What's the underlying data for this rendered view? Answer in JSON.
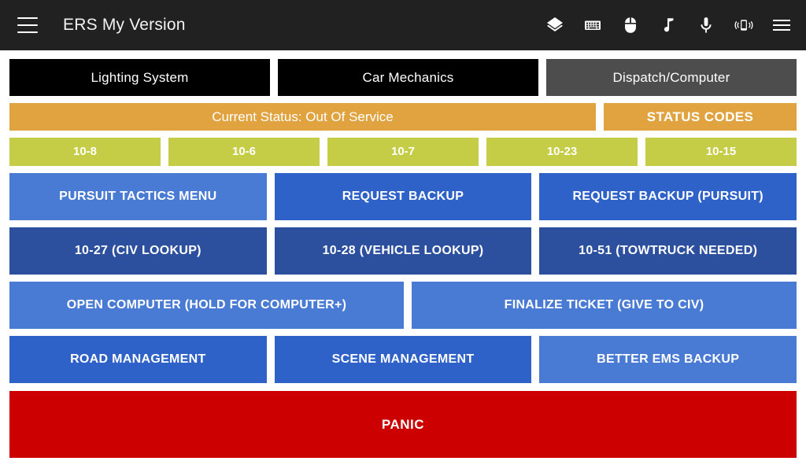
{
  "header": {
    "menu_icon": "hamburger-menu-icon",
    "title": "ERS My Version",
    "icons": [
      {
        "name": "layers-icon",
        "label": "Layers"
      },
      {
        "name": "keyboard-icon",
        "label": "Keyboard"
      },
      {
        "name": "mouse-icon",
        "label": "Mouse"
      },
      {
        "name": "music-note-icon",
        "label": "Music"
      },
      {
        "name": "microphone-icon",
        "label": "Microphone"
      },
      {
        "name": "vibrate-icon",
        "label": "Vibrate"
      },
      {
        "name": "overflow-menu-icon",
        "label": "Menu"
      }
    ]
  },
  "tabs": [
    {
      "label": "Lighting System",
      "active": false,
      "color": "#000000"
    },
    {
      "label": "Car Mechanics",
      "active": false,
      "color": "#000000"
    },
    {
      "label": "Dispatch/Computer",
      "active": true,
      "color": "#4d4d4d"
    }
  ],
  "status": {
    "current_label": "Current Status: Out Of Service",
    "status_value": "Out Of Service",
    "codes_button": "STATUS CODES",
    "color": "#e0a340"
  },
  "ten_codes": {
    "color": "#c5cc46",
    "items": [
      {
        "label": "10-8"
      },
      {
        "label": "10-6"
      },
      {
        "label": "10-7"
      },
      {
        "label": "10-23"
      },
      {
        "label": "10-15"
      }
    ]
  },
  "actions": {
    "row1": [
      {
        "label": "PURSUIT TACTICS MENU",
        "color": "#4a7bd4"
      },
      {
        "label": "REQUEST BACKUP",
        "color": "#2f62c9"
      },
      {
        "label": "REQUEST BACKUP (PURSUIT)",
        "color": "#2f62c9"
      }
    ],
    "row2": [
      {
        "label": "10-27 (CIV LOOKUP)",
        "color": "#2c4f9e"
      },
      {
        "label": "10-28 (VEHICLE LOOKUP)",
        "color": "#2c4f9e"
      },
      {
        "label": "10-51 (TOWTRUCK NEEDED)",
        "color": "#2c4f9e"
      }
    ],
    "row3": [
      {
        "label": "OPEN COMPUTER (HOLD FOR COMPUTER+)",
        "color": "#4a7bd4"
      },
      {
        "label": "FINALIZE TICKET (GIVE TO CIV)",
        "color": "#4a7bd4"
      }
    ],
    "row4": [
      {
        "label": "ROAD MANAGEMENT",
        "color": "#2f62c9"
      },
      {
        "label": "SCENE MANAGEMENT",
        "color": "#2f62c9"
      },
      {
        "label": "BETTER EMS BACKUP",
        "color": "#4a7bd4"
      }
    ]
  },
  "panic": {
    "label": "PANIC",
    "color": "#cc0000"
  }
}
